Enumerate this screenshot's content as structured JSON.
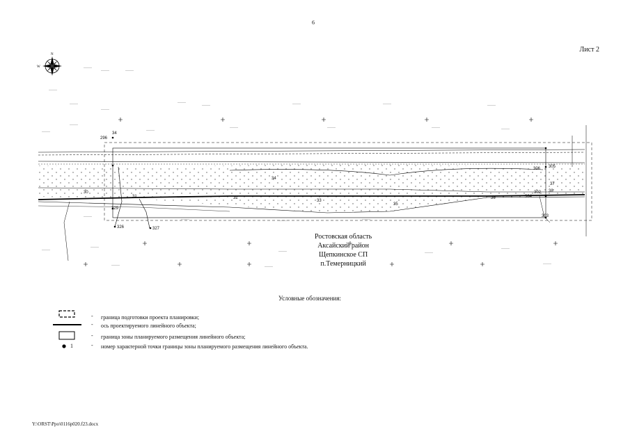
{
  "page_number": "6",
  "sheet_label": "Лист 2",
  "location": {
    "region": "Ростовская область",
    "district": "Аксайский район",
    "settlement": "Щепкинское СП",
    "locality": "п.Темерницкий"
  },
  "point_labels": [
    "296",
    "34",
    "30",
    "31",
    "32",
    "33",
    "34",
    "35",
    "36",
    "37",
    "38",
    "329",
    "326",
    "327",
    "302",
    "303",
    "304",
    "305",
    "306"
  ],
  "legend": {
    "title": "Условные обозначения:",
    "items": [
      {
        "symbol": "dashed-rect",
        "text": "граница подготовки проекта планировки;"
      },
      {
        "symbol": "thick-line",
        "text": "ось проектируемого линейного объекта;"
      },
      {
        "symbol": "solid-rect",
        "text": "граница зоны планируемого размещения линейного объекта;"
      },
      {
        "symbol": "point",
        "symbol_label": "1",
        "text": "номер характерной точки границы зоны планируемого размещения линейного объекта."
      }
    ]
  },
  "footer_path": "Y:\\ORST\\Ppo\\0116p020.f23.docx"
}
